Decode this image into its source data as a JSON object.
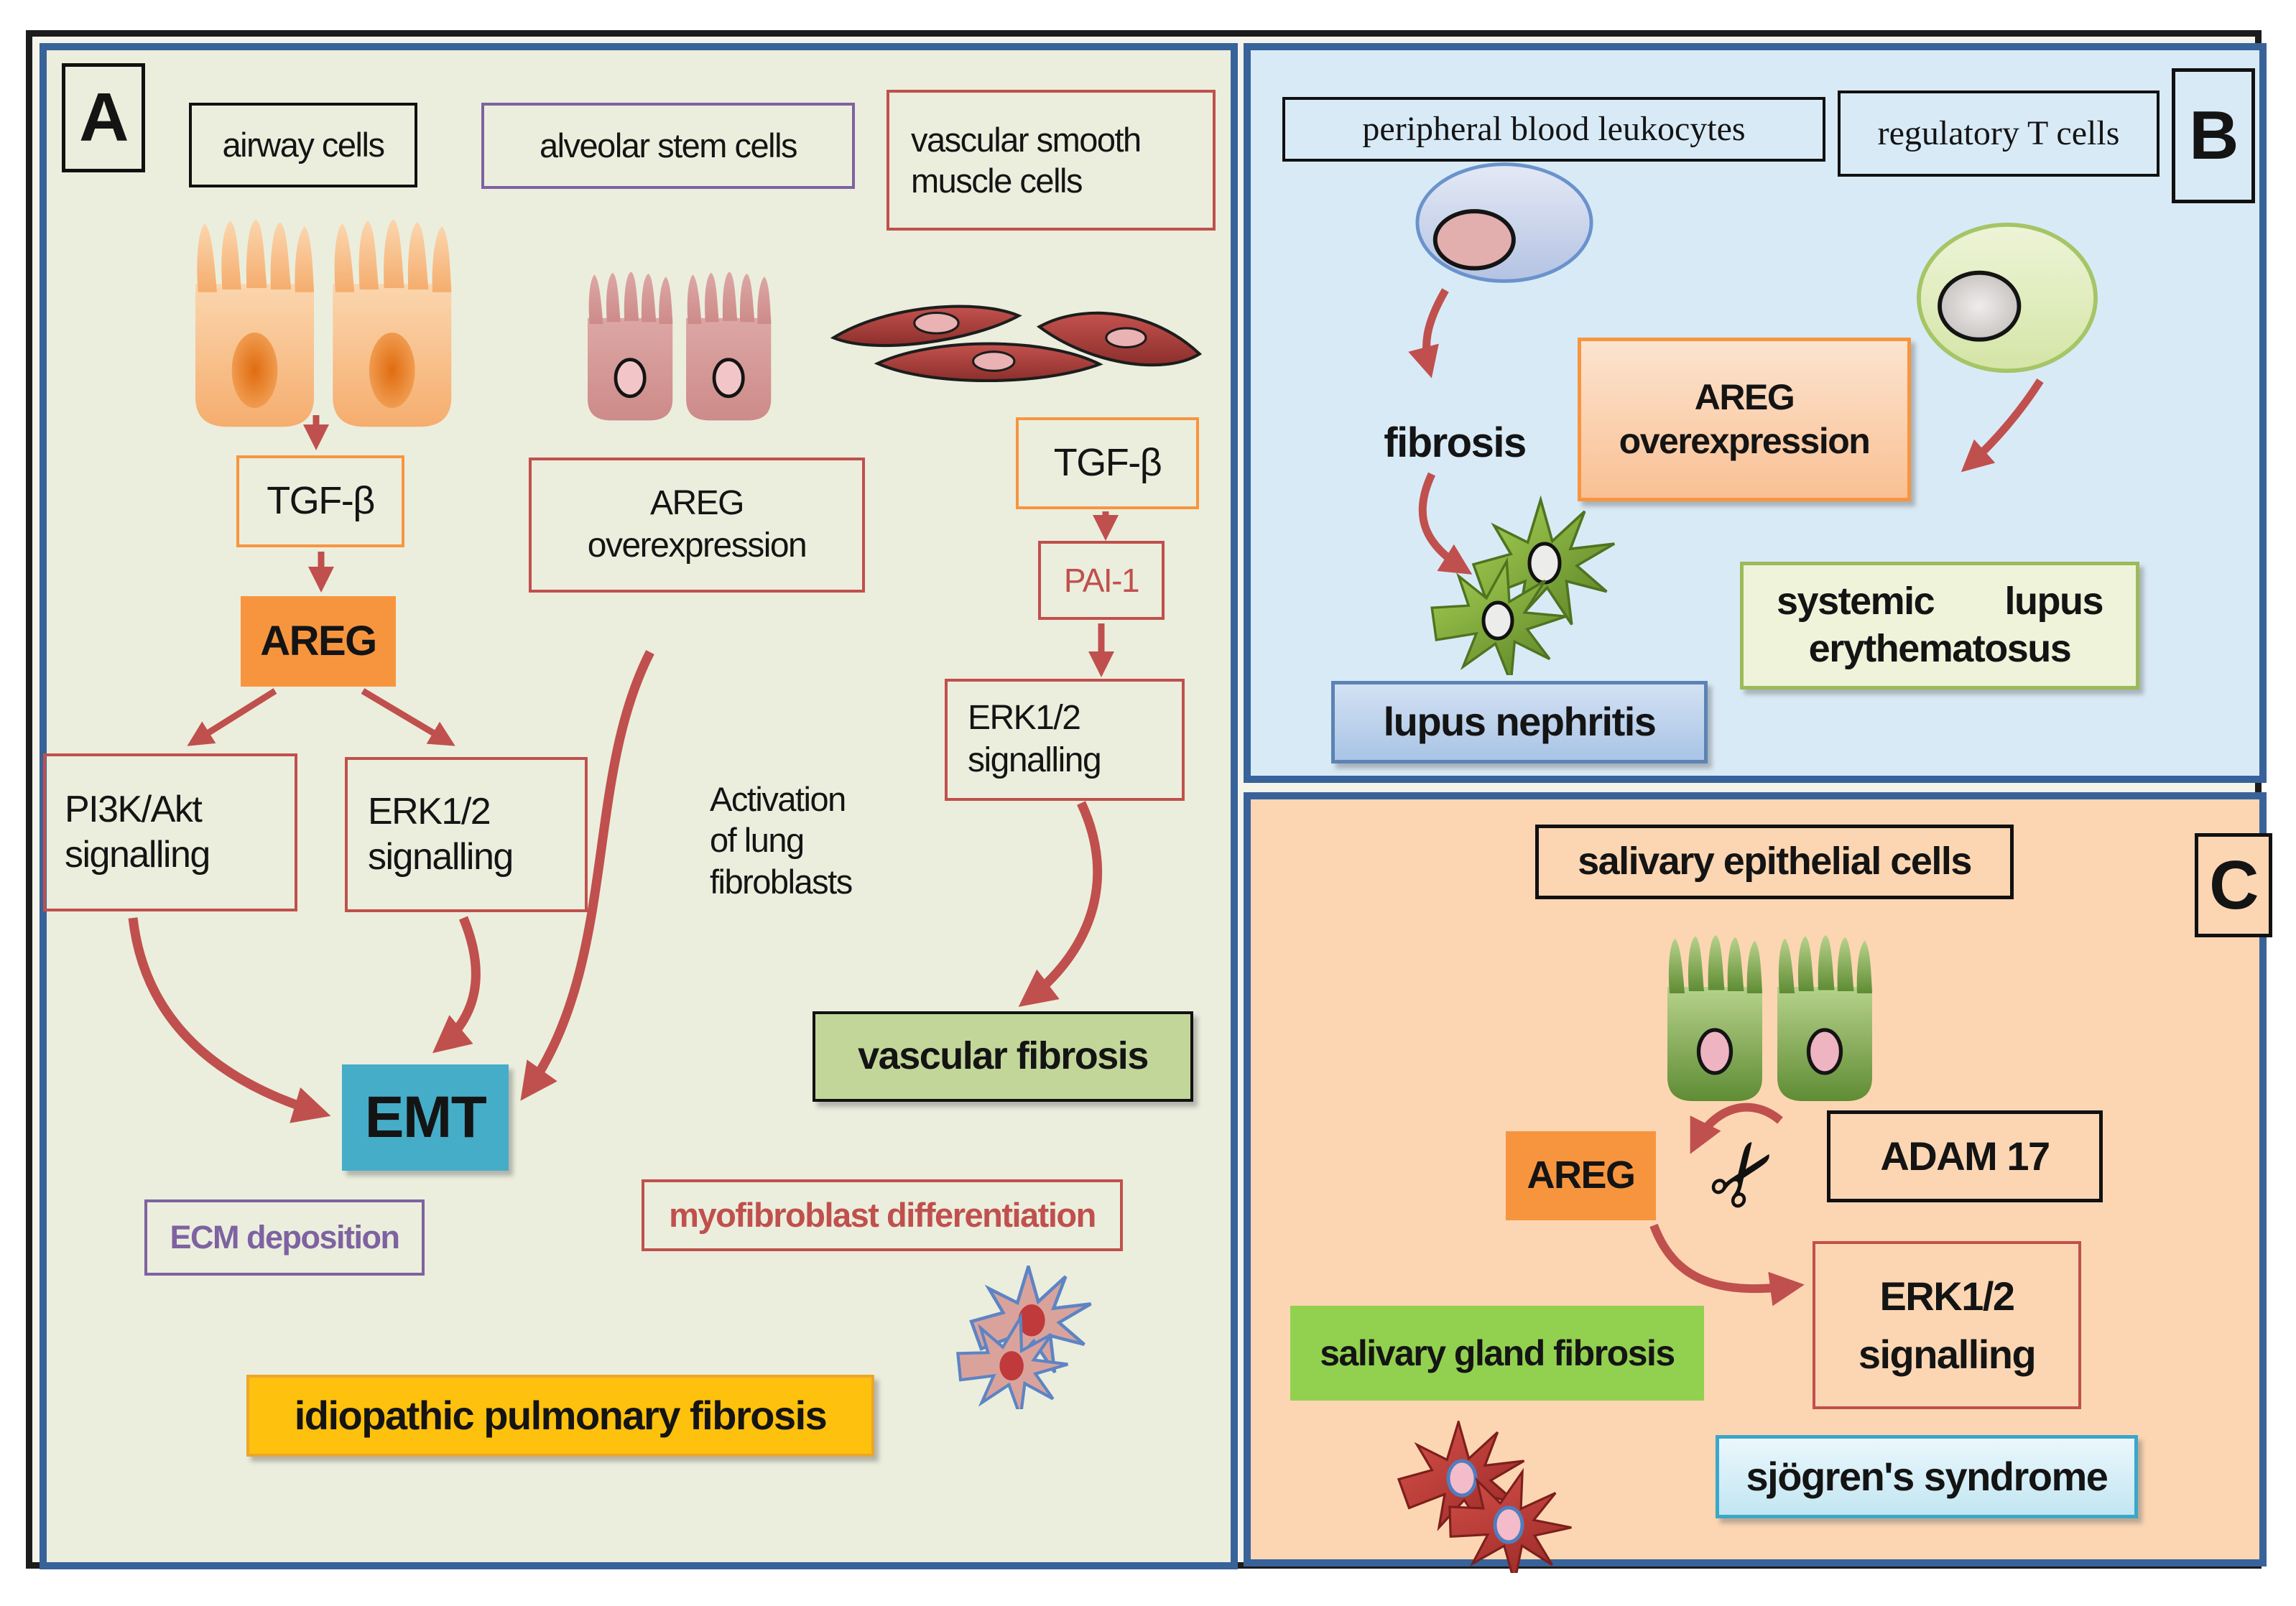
{
  "panels": {
    "a": {
      "label": "A",
      "airway_cells": "airway cells",
      "alveolar_stem_cells": "alveolar stem cells",
      "vascular_smooth": [
        "vascular smooth",
        "muscle cells"
      ],
      "tgf_left": "TGF-β",
      "tgf_right": "TGF-β",
      "areg": "AREG",
      "areg_overexpression": [
        "AREG",
        "overexpression"
      ],
      "pai1": "PAI-1",
      "erk_right": [
        "ERK1/2",
        "signalling"
      ],
      "pi3k": [
        "PI3K/Akt",
        "signalling"
      ],
      "erk_left": [
        "ERK1/2",
        "signalling"
      ],
      "activation": [
        "Activation",
        "of lung",
        "fibroblasts"
      ],
      "emt": "EMT",
      "vascular_fibrosis": "vascular fibrosis",
      "myofibroblast_differentiation": "myofibroblast differentiation",
      "ecm_deposition": "ECM deposition",
      "idiopathic_pulmonary_fibrosis": "idiopathic pulmonary fibrosis"
    },
    "b": {
      "label": "B",
      "peripheral_blood_leukocytes": "peripheral blood leukocytes",
      "regulatory_t_cells": "regulatory T cells",
      "areg_overexpression": [
        "AREG",
        "overexpression"
      ],
      "fibrosis": "fibrosis",
      "systemic_lupus_word1": "systemic",
      "systemic_lupus_word2": "lupus",
      "systemic_lupus_line2": "erythematosus",
      "lupus_nephritis": "lupus nephritis"
    },
    "c": {
      "label": "C",
      "salivary_epithelial_cells": "salivary epithelial cells",
      "areg": "AREG",
      "adam17": "ADAM 17",
      "erk": [
        "ERK1/2",
        "signalling"
      ],
      "salivary_gland_fibrosis": "salivary gland fibrosis",
      "sjogrens_syndrome": "sjögren's syndrome",
      "scissors_glyph": "✂"
    }
  },
  "colors": {
    "panel_border": "#38639a",
    "panel_a_bg": "#ebeedd",
    "panel_b_bg": "#d9eaf7",
    "panel_c_bg": "#fcd6b2",
    "accent_red": "#c0504d",
    "accent_orange": "#f7953f",
    "amber": "#fec10d",
    "teal": "#45adc8",
    "purple": "#7e62a1",
    "olive_green": "#9bbb59",
    "bright_green": "#92d050",
    "sky_blue": "#3aa7c9",
    "lupus_blue": "#5c83b4"
  }
}
